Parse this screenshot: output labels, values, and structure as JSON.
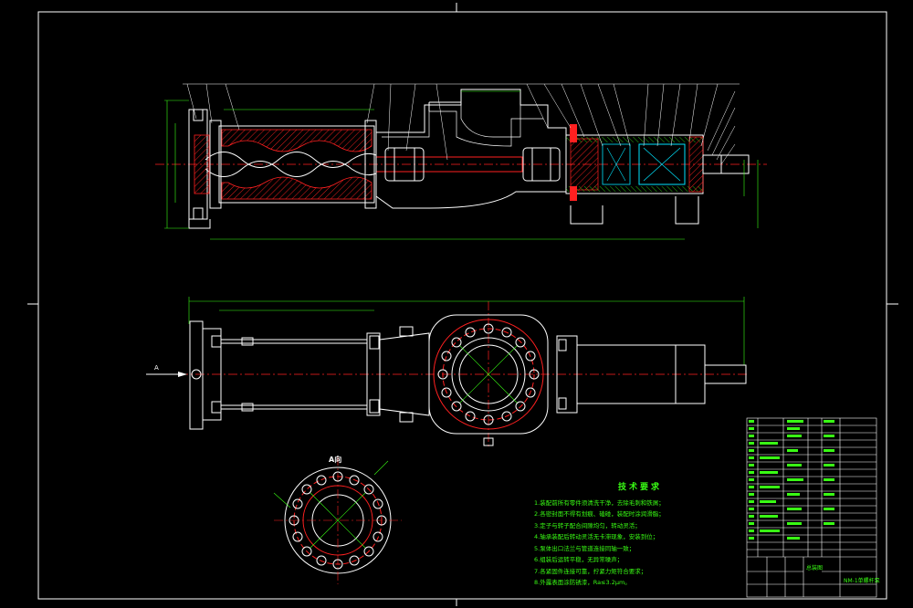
{
  "view_labels": {
    "section_view": "A向",
    "arrow_marker": "A"
  },
  "technical_requirements": {
    "heading": "技术要求",
    "items": [
      "1.装配前所有零件须清洗干净，去除毛刺和铁屑；",
      "2.各密封面不得有划痕、磕碰，装配时涂润滑脂；",
      "3.定子与转子配合间隙均匀，转动灵活；",
      "4.轴承装配后转动灵活无卡滞现象，安装到位；",
      "5.泵体出口法兰与管道连接同轴一致；",
      "6.组装后运转平稳，无异常噪声；",
      "7.各紧固件连接可靠，拧紧力矩符合要求；",
      "8.外露表面涂防锈漆，Ra≤3.2μm。"
    ]
  },
  "title_block": {
    "drawing_name": "总装图",
    "drawing_number": "NM-1单螺杆泵"
  },
  "colors": {
    "background": "#000000",
    "outline": "#ffffff",
    "dimension": "#39ff14",
    "centerline": "#ff2020",
    "body": "#ff2020",
    "cyan_detail": "#00e5ff",
    "hatch": "#ff2020"
  }
}
